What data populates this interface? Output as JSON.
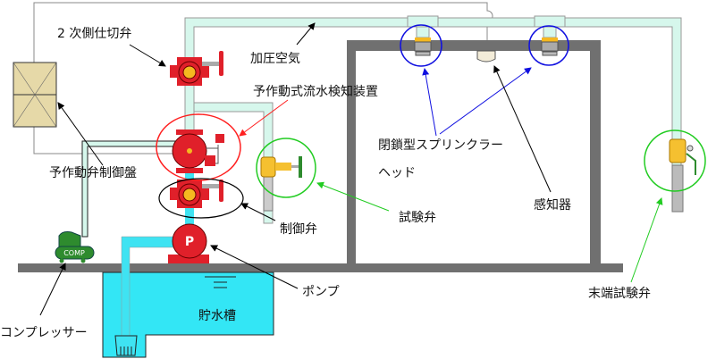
{
  "labels": {
    "secondary_gate_valve": "2 次側仕切弁",
    "pressurized_air": "加圧空気",
    "preaction_detector": "予作動式流水検知装置",
    "closed_sprinkler_head_1": "閉鎖型スプリンクラー",
    "closed_sprinkler_head_2": "ヘッド",
    "detector": "感知器",
    "test_valve": "試験弁",
    "control_valve": "制御弁",
    "control_panel": "予作動弁制御盤",
    "pump": "ポンプ",
    "water_tank": "貯水槽",
    "compressor": "コンプレッサー",
    "end_test_valve": "末端試験弁"
  },
  "device_marks": {
    "pump": "P",
    "compressor": "COMP"
  },
  "colors": {
    "pipe_air": "#d6f7ec",
    "pipe_water": "#3fe3f2",
    "valve_red": "#e0202a",
    "building": "#707070",
    "tank": "#33e6f5",
    "panel": "#e6d9a8",
    "compressor": "#2e8b2e",
    "highlight_red": "#ff2020",
    "highlight_blue": "#1010e0",
    "highlight_green": "#22cc22"
  }
}
